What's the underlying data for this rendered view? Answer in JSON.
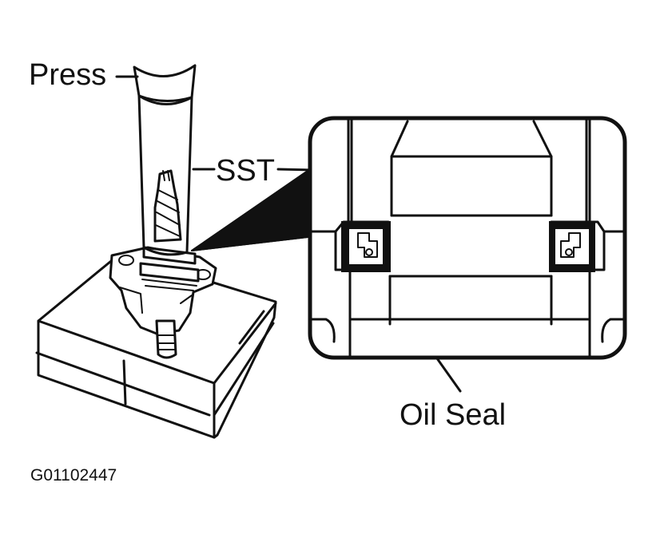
{
  "labels": {
    "press": "Press",
    "sst": "SST",
    "oil_seal": "Oil Seal",
    "figure_id": "G01102447"
  }
}
